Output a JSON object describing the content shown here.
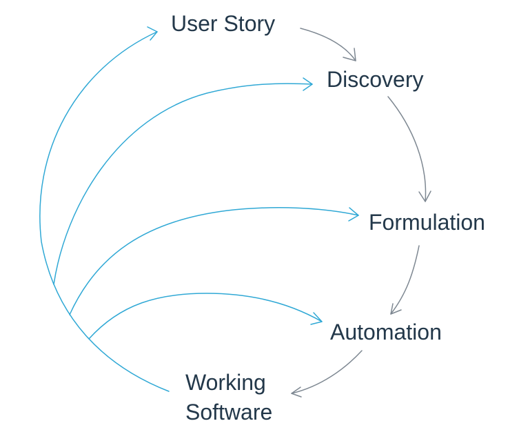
{
  "nodes": {
    "user_story": "User Story",
    "discovery": "Discovery",
    "formulation": "Formulation",
    "automation": "Automation",
    "working_software": {
      "line1": "Working",
      "line2": "Software"
    }
  },
  "colors": {
    "text": "#23384a",
    "process_arrow": "#7d8791",
    "feedback_arrow": "#2fa8d5"
  }
}
